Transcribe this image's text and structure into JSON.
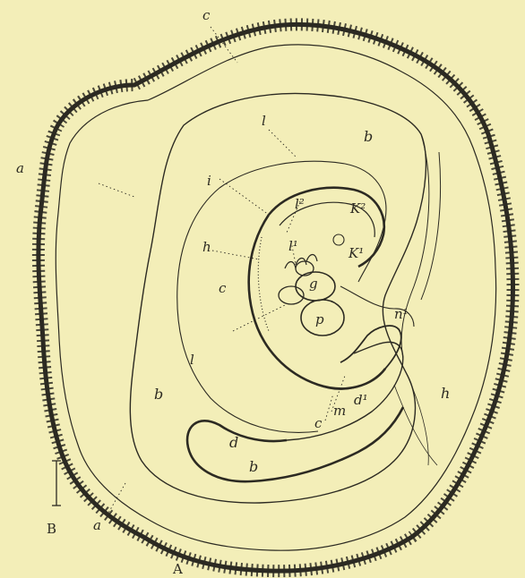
{
  "figure": {
    "letters": {
      "a_top_left": "a",
      "a_bottom": "a",
      "c_top": "c",
      "b_top_right": "b",
      "b_left": "b",
      "b_bottom": "b",
      "l_top": "l",
      "l_left": "l",
      "i": "i",
      "h_inner": "h",
      "h_right": "h",
      "c_mid": "c",
      "c_lower": "c",
      "k2_small": "l²",
      "K2": "K²",
      "K1": "K¹",
      "l1_small": "l¹",
      "g": "g",
      "p": "p",
      "n1": "n¹",
      "m": "m",
      "d1": "d¹",
      "d": "d",
      "caption_A": "A",
      "caption_B": "B"
    },
    "colors": {
      "paper": "#f3eeb8",
      "ink": "#2c2a22"
    }
  }
}
